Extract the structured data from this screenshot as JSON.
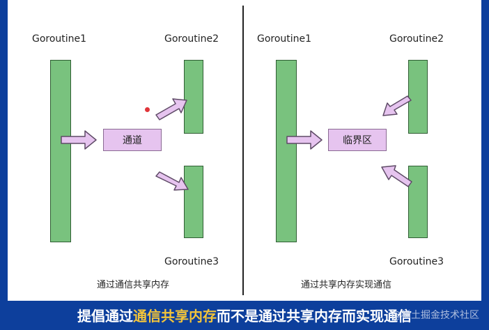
{
  "left_panel": {
    "g1": "Goroutine1",
    "g2": "Goroutine2",
    "g3": "Goroutine3",
    "center_box": "通道",
    "caption": "通过通信共享内存"
  },
  "right_panel": {
    "g1": "Goroutine1",
    "g2": "Goroutine2",
    "g3": "Goroutine3",
    "center_box": "临界区",
    "caption": "通过共享内存实现通信"
  },
  "bottom": {
    "prefix": "提倡通过",
    "highlight": "通信共享内存",
    "suffix": "而不是通过共享内存而实现通信"
  },
  "watermark": "@稀土掘金技术社区",
  "colors": {
    "goroutine_bar": "#79c27e",
    "box_fill": "#e6c4ef",
    "arrow_fill": "#e6c4ef",
    "highlight": "#f3c43a",
    "background": "#0d3f9c"
  }
}
